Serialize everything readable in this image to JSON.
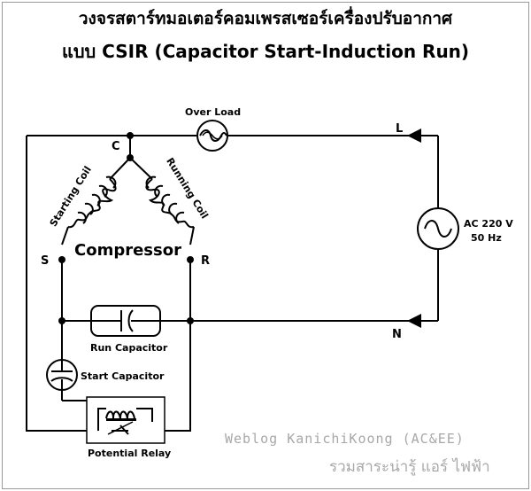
{
  "title": {
    "line1": "วงจรสตาร์ทมอเตอร์คอมเพรสเซอร์เครื่องปรับอากาศ",
    "line2": "แบบ CSIR (Capacitor Start-Induction Run)"
  },
  "labels": {
    "overload": "Over Load",
    "terminal_c": "C",
    "terminal_s": "S",
    "terminal_r": "R",
    "starting_coil": "Starting Coil",
    "running_coil": "Running Coil",
    "compressor": "Compressor",
    "line_l": "L",
    "line_n": "N",
    "ac_voltage": "AC 220 V",
    "ac_freq": "50 Hz",
    "run_capacitor": "Run Capacitor",
    "start_capacitor": "Start Capacitor",
    "potential_relay": "Potential Relay"
  },
  "watermark": {
    "line1": "Weblog KanichiKoong (AC&EE)",
    "line2": "รวมสาระน่ารู้ แอร์ ไฟฟ้า"
  }
}
